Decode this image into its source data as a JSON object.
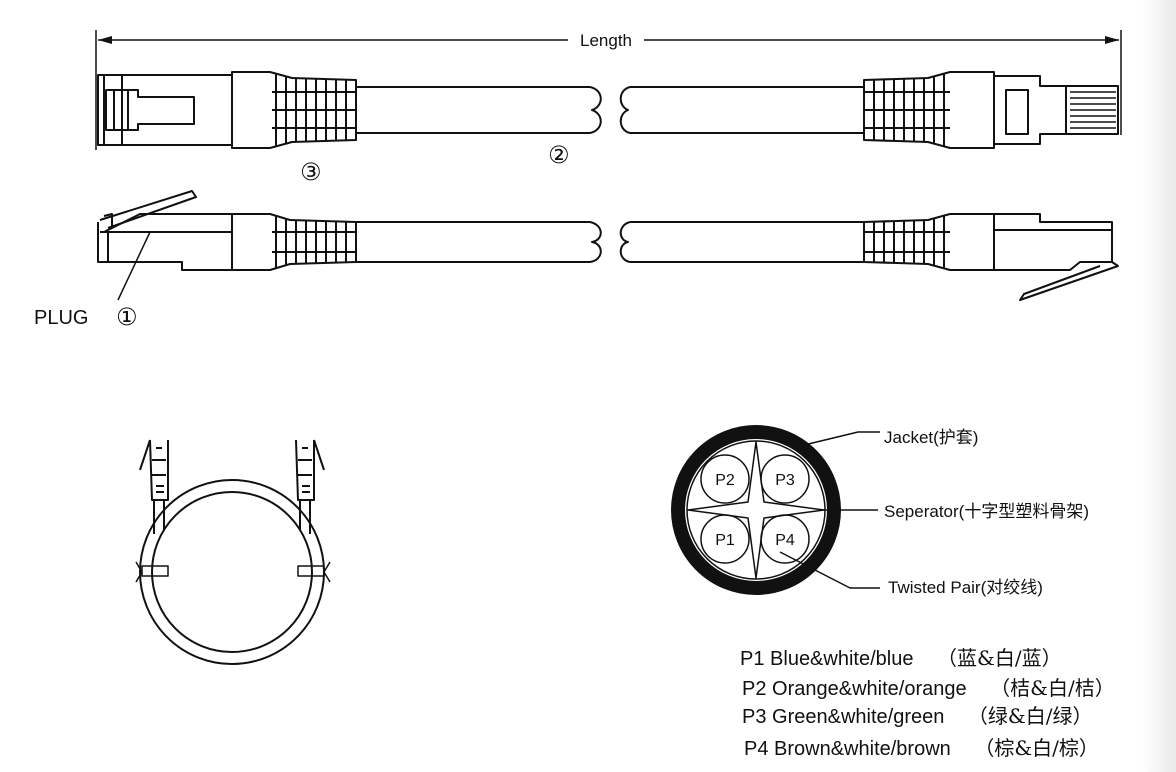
{
  "dimension": {
    "label": "Length"
  },
  "callouts": {
    "plug_label": "PLUG",
    "plug_marker": "①",
    "cable_marker": "②",
    "boot_marker": "③"
  },
  "cross_section": {
    "jacket_label": "Jacket(护套)",
    "separator_label": "Seperator(十字型塑料骨架)",
    "twisted_pair_label": "Twisted  Pair(对绞线)",
    "pairs": [
      "P2",
      "P3",
      "P1",
      "P4"
    ]
  },
  "legend": [
    {
      "code": "P1",
      "text": "Blue&white/blue",
      "cn": "（蓝&白/蓝）"
    },
    {
      "code": "P2",
      "text": "Orange&white/orange",
      "cn": "（桔&白/桔）"
    },
    {
      "code": "P3",
      "text": "Green&white/green",
      "cn": "（绿&白/绿）"
    },
    {
      "code": "P4",
      "text": "Brown&white/brown",
      "cn": "（棕&白/棕）"
    }
  ],
  "colors": {
    "line": "#111111",
    "background": "#ffffff"
  }
}
